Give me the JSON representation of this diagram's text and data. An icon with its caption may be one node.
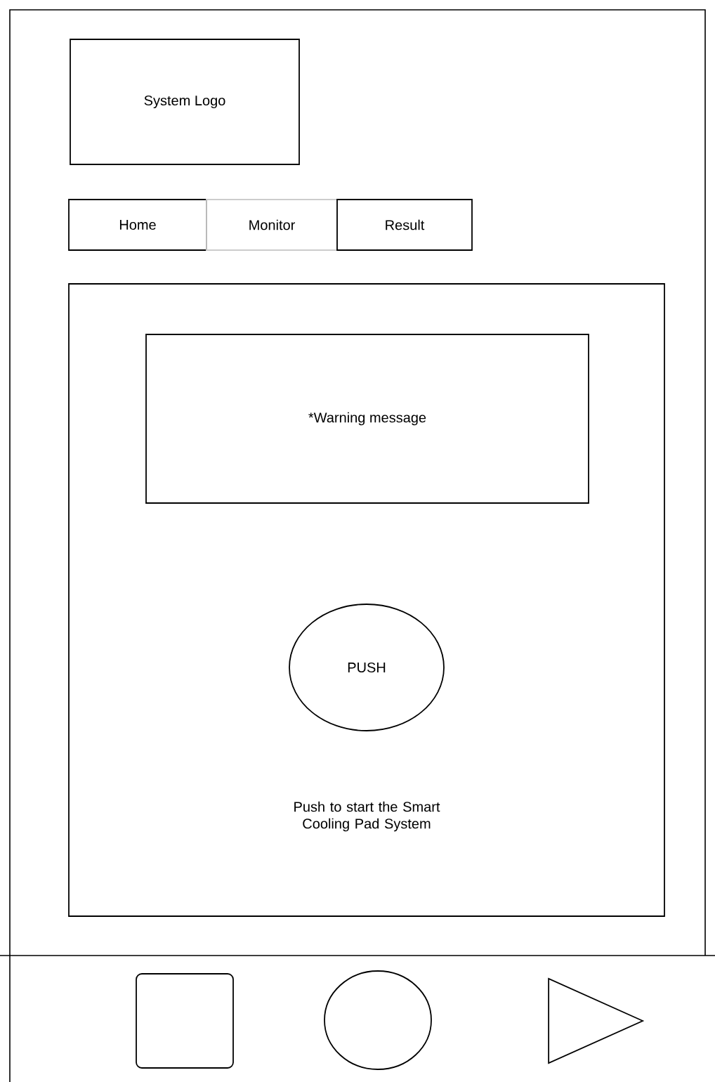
{
  "diagram": {
    "nodes": [
      {
        "text": [
          "System Logo"
        ]
      },
      {
        "text": [
          "Home"
        ]
      },
      {
        "text": [
          "Monitor"
        ]
      },
      {
        "text": [
          "Result"
        ]
      },
      {
        "text": [],
        "shape": "box"
      },
      {
        "text": [
          "*Warning message"
        ],
        "in": 4
      },
      {
        "text": [
          "PUSH"
        ],
        "in": 4
      },
      {
        "text": [],
        "shape": "box"
      },
      {
        "text": [],
        "shape": "circle"
      },
      {
        "text": [],
        "shape": "triangle"
      }
    ],
    "labels": [
      "Push to start the Smart Cooling Pad System"
    ]
  }
}
